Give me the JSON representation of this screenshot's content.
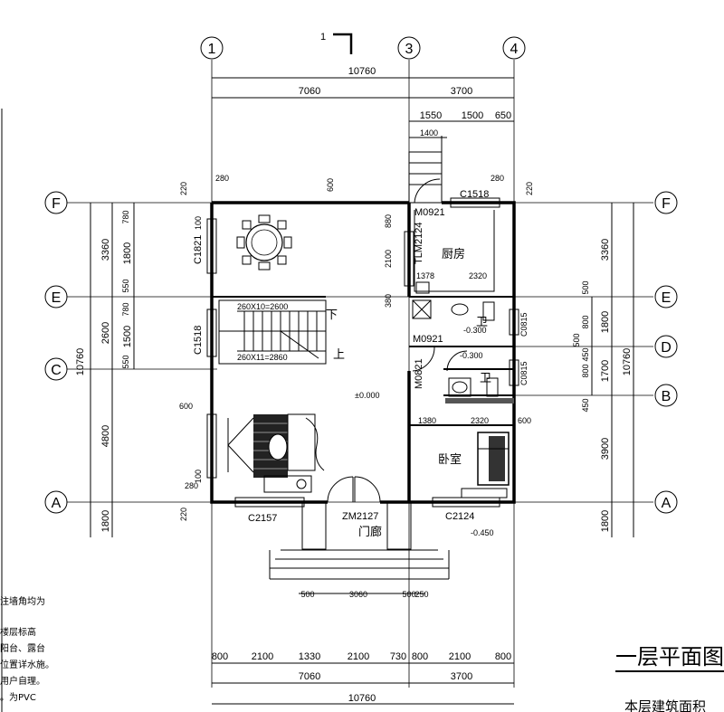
{
  "title": "一层平面图",
  "title_cut": "本层建筑面积",
  "section_mark": "1",
  "axes_top": [
    "1",
    "3",
    "4"
  ],
  "axes_left": [
    "F",
    "E",
    "C",
    "A"
  ],
  "axes_right": [
    "F",
    "E",
    "D",
    "B",
    "A"
  ],
  "rooms": {
    "kitchen": "厨房",
    "bedroom": "卧室",
    "porch": "门廊",
    "bath1": "卫",
    "bath2": "卫",
    "stair_down": "下",
    "stair_up": "上"
  },
  "labels": {
    "m0921_top": "M0921",
    "c1518_top": "C1518",
    "tlm2124": "TLM2124",
    "c1821": "C1821",
    "c1518_left": "C1518",
    "m0921_mid": "M0921",
    "m0821": "M0821",
    "c0815_a": "C0815",
    "c0815_b": "C0815",
    "c2157": "C2157",
    "zm2127": "ZM2127",
    "c2124": "C2124",
    "elev_0": "±0.000",
    "elev_300a": "-0.300",
    "elev_300b": "-0.300",
    "elev_450": "-0.450",
    "stair1": "260X10=2600",
    "stair2": "260X11=2860"
  },
  "dims_top": {
    "overall": "10760",
    "left": "7060",
    "right": "3700",
    "d1550": "1550",
    "d1500": "1500",
    "d650": "650",
    "d1400": "1400"
  },
  "dims_bottom": {
    "parts": [
      "800",
      "2100",
      "1330",
      "2100",
      "730",
      "800",
      "2100",
      "800"
    ],
    "left": "7060",
    "right": "3700",
    "overall": "10760",
    "steps": [
      "500",
      "3060",
      "500",
      "250"
    ]
  },
  "dims_left": {
    "overall": "10760",
    "main": [
      "3360",
      "2600",
      "4800",
      "1800"
    ],
    "sub": [
      "780",
      "1800",
      "550",
      "780",
      "1500",
      "550"
    ]
  },
  "dims_right": {
    "overall": "10760",
    "main": [
      "3360",
      "1800",
      "1700",
      "3900",
      "1800"
    ],
    "sub": [
      "500",
      "800",
      "500",
      "450",
      "800",
      "450"
    ]
  },
  "inner_dims": [
    "280",
    "220",
    "600",
    "220",
    "280",
    "880",
    "2100",
    "380",
    "1378",
    "2320",
    "1380",
    "2320",
    "600",
    "100",
    "600",
    "100",
    "280",
    "220"
  ],
  "notes": [
    "注墙角均为",
    "楼层标高",
    "阳台、露台",
    "位置详水施。",
    "用户自理。",
    "。为PVC"
  ]
}
